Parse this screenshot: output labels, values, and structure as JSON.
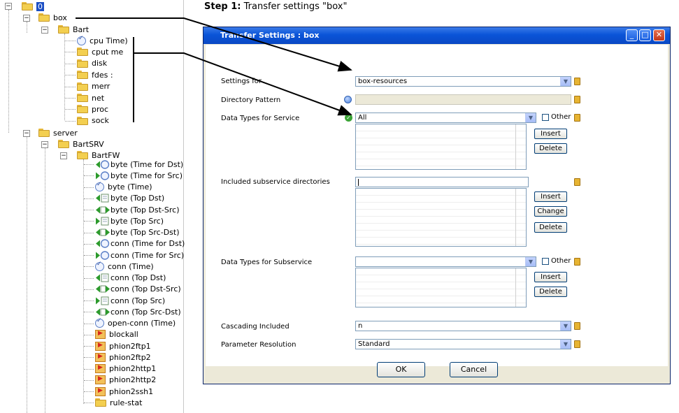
{
  "step": {
    "prefix": "Step 1:",
    "text": " Transfer settings \"box\""
  },
  "tree": {
    "root": "0",
    "box": "box",
    "bart": "Bart",
    "bart_items": [
      {
        "label": "cpu  Time)",
        "icon": "clock-icon"
      },
      {
        "label": "cput me",
        "icon": "folder-icon"
      },
      {
        "label": "disk",
        "icon": "folder-icon"
      },
      {
        "label": "fdes :",
        "icon": "folder-icon"
      },
      {
        "label": "merr",
        "icon": "folder-icon"
      },
      {
        "label": "net",
        "icon": "folder-icon"
      },
      {
        "label": "proc",
        "icon": "folder-icon"
      },
      {
        "label": "sock",
        "icon": "folder-icon"
      }
    ],
    "server": "server",
    "bartsrv": "BartSRV",
    "bartfw": "BartFW",
    "fw_items": [
      {
        "label": "byte (Time for Dst)",
        "icon": "arrow-left-clock-icon"
      },
      {
        "label": "byte (Time for Src)",
        "icon": "arrow-right-clock-icon"
      },
      {
        "label": "byte (Time)",
        "icon": "clock-icon"
      },
      {
        "label": "byte (Top Dst)",
        "icon": "arrow-left-doc-icon"
      },
      {
        "label": "byte (Top Dst-Src)",
        "icon": "arrow-both-icon"
      },
      {
        "label": "byte (Top Src)",
        "icon": "arrow-right-doc-icon"
      },
      {
        "label": "byte (Top Src-Dst)",
        "icon": "arrow-both-icon"
      },
      {
        "label": "conn (Time for Dst)",
        "icon": "arrow-left-clock-icon"
      },
      {
        "label": "conn (Time for Src)",
        "icon": "arrow-right-clock-icon"
      },
      {
        "label": "conn (Time)",
        "icon": "clock-icon"
      },
      {
        "label": "conn (Top Dst)",
        "icon": "arrow-left-doc-icon"
      },
      {
        "label": "conn (Top Dst-Src)",
        "icon": "arrow-both-icon"
      },
      {
        "label": "conn (Top Src)",
        "icon": "arrow-right-doc-icon"
      },
      {
        "label": "conn (Top Src-Dst)",
        "icon": "arrow-both-icon"
      },
      {
        "label": "open-conn (Time)",
        "icon": "clock-icon"
      },
      {
        "label": "blockall",
        "icon": "red-arrow-icon"
      },
      {
        "label": "phion2ftp1",
        "icon": "red-arrow-icon"
      },
      {
        "label": "phion2ftp2",
        "icon": "red-arrow-icon"
      },
      {
        "label": "phion2http1",
        "icon": "red-arrow-icon"
      },
      {
        "label": "phion2http2",
        "icon": "red-arrow-icon"
      },
      {
        "label": "phion2ssh1",
        "icon": "red-arrow-icon"
      },
      {
        "label": "rule-stat",
        "icon": "folder-icon"
      }
    ]
  },
  "window": {
    "title": "Transfer Settings : box",
    "buttons": {
      "minimize": "_",
      "maximize": "□",
      "close": "✕"
    }
  },
  "form": {
    "settings_for": {
      "label": "Settings for",
      "value": "box-resources"
    },
    "directory_pattern": {
      "label": "Directory Pattern",
      "value": ""
    },
    "data_types_service": {
      "label": "Data Types for Service",
      "value": "All",
      "other": "Other",
      "insert": "Insert",
      "delete": "Delete"
    },
    "included_subservice": {
      "label": "Included subservice directories",
      "value": "",
      "insert": "Insert",
      "change": "Change",
      "delete": "Delete"
    },
    "data_types_subservice": {
      "label": "Data Types for Subservice",
      "value": "",
      "other": "Other",
      "insert": "Insert",
      "delete": "Delete"
    },
    "cascading": {
      "label": "Cascading Included",
      "value": "n"
    },
    "parameter_resolution": {
      "label": "Parameter Resolution",
      "value": "Standard"
    }
  },
  "footer": {
    "ok": "OK",
    "cancel": "Cancel"
  }
}
